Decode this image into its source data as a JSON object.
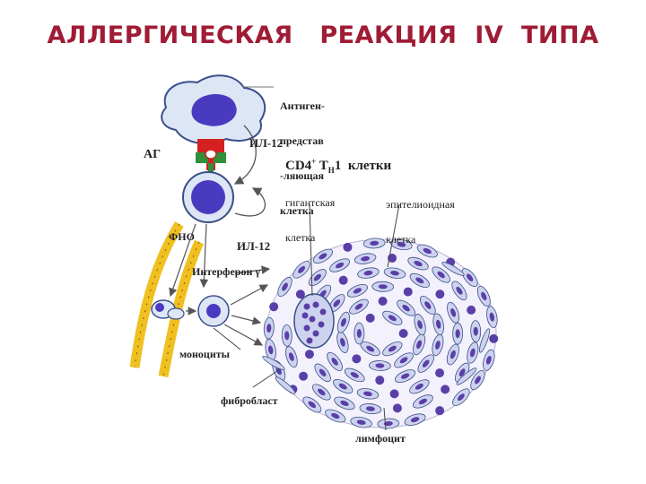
{
  "title": "АЛЛЕРГИЧЕСКАЯ   РЕАКЦИЯ  IV  ТИПА",
  "labels": {
    "apc_line1": "Антиген-",
    "apc_line2": "представ",
    "apc_line3": "-ляющая",
    "apc_line4": "клетка",
    "ag": "АГ",
    "il12_top": "ИЛ-12",
    "cd4_prefix": "CD4",
    "cd4_sup": "+",
    "cd4_t": " T",
    "cd4_sub": "H",
    "cd4_suffix": "1  клетки",
    "giant_line1": "гигантская",
    "giant_line2": "клетка",
    "epith_line1": "эпителиоидная",
    "epith_line2": "клетка",
    "fno": "ФНО",
    "il12_bottom": "ИЛ-12",
    "interferon": "Интерферон γ",
    "monocytes": "моноциты",
    "fibroblast": "фибробласт",
    "lymphocyte": "лимфоцит"
  },
  "colors": {
    "title": "#a01b35",
    "cell_fill": "#dde6f4",
    "cell_outline": "#3b4f8a",
    "nucleus": "#4a3ac0",
    "receptor_red": "#d42020",
    "receptor_green": "#2f8f3a",
    "vessel_yellow": "#f0c020",
    "granuloma_cell": "#cdd3ee",
    "granuloma_nucleus": "#5a3fa8"
  }
}
